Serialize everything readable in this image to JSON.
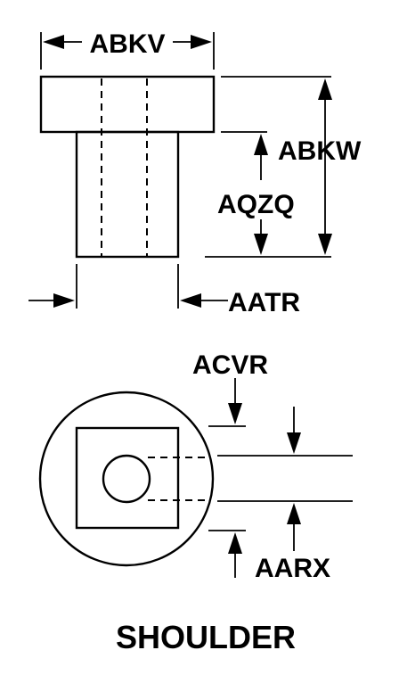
{
  "labels": {
    "abkv": "ABKV",
    "abkw": "ABKW",
    "aqzq": "AQZQ",
    "aatr": "AATR",
    "acvr": "ACVR",
    "aarx": "AARX"
  },
  "title": "SHOULDER",
  "colors": {
    "line": "#000000",
    "background": "#ffffff"
  }
}
